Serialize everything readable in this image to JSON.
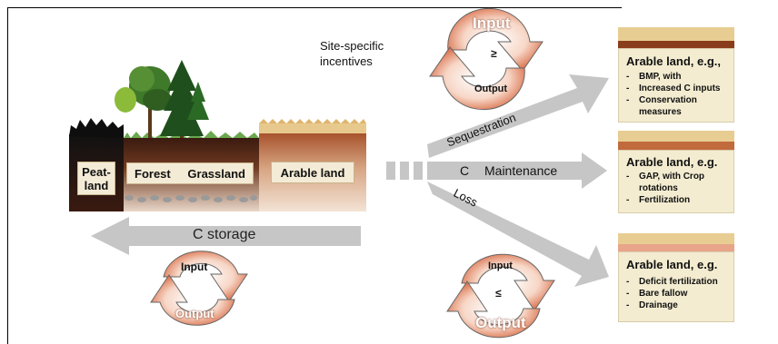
{
  "incentives_text": "Site-specific incentives",
  "land_types": {
    "peatland": "Peat-land",
    "forest": "Forest",
    "grassland": "Grassland",
    "arable": "Arable land"
  },
  "flow": {
    "c_label": "C",
    "sequestration": "Sequestration",
    "maintenance": "Maintenance",
    "loss": "Loss"
  },
  "storage_label": "C storage",
  "cycles": {
    "top": {
      "input": "Input",
      "output": "Output",
      "relation": "≥"
    },
    "bottom_left": {
      "input": "Input",
      "output": "Output"
    },
    "bottom_right": {
      "input": "Input",
      "output": "Output",
      "relation": "≤"
    }
  },
  "outcomes": [
    {
      "title": "Arable land, e.g.,",
      "items": [
        "BMP, with",
        "Increased C inputs",
        "Conservation measures"
      ]
    },
    {
      "title": "Arable land, e.g.",
      "items": [
        "GAP, with Crop rotations",
        "Fertilization"
      ]
    },
    {
      "title": "Arable land, e.g.",
      "items": [
        "Deficit fertilization",
        "Bare fallow",
        "Drainage"
      ]
    }
  ],
  "colors": {
    "arrow_gray": "#c6c6c6",
    "cycle_orange": "#d9603a",
    "soil_brown": "#8a3d1c",
    "box_beige": "#f3ecd0"
  }
}
